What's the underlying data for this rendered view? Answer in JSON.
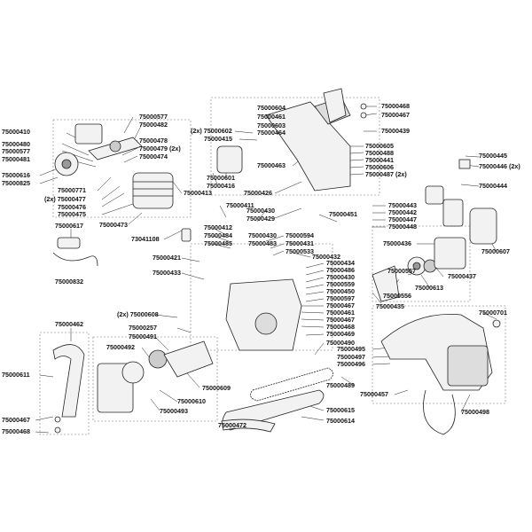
{
  "diagram": {
    "labels": [
      {
        "id": "l1",
        "text": "75000577"
      },
      {
        "id": "l2",
        "text": "75000482"
      },
      {
        "id": "l3",
        "text": "(2x) 75000602"
      },
      {
        "id": "l4",
        "text": "75000415"
      },
      {
        "id": "l5",
        "text": "75000410"
      },
      {
        "id": "l6",
        "text": "75000480"
      },
      {
        "id": "l7",
        "text": "75000577"
      },
      {
        "id": "l8",
        "text": "75000481"
      },
      {
        "id": "l9",
        "text": "75000478"
      },
      {
        "id": "l10",
        "text": "75000479 (2x)"
      },
      {
        "id": "l11",
        "text": "75000474"
      },
      {
        "id": "l12",
        "text": "75000616"
      },
      {
        "id": "l13",
        "text": "75000825"
      },
      {
        "id": "l14",
        "text": "75000771"
      },
      {
        "id": "l15",
        "text": "(2x) 75000477"
      },
      {
        "id": "l16",
        "text": "75000476"
      },
      {
        "id": "l17",
        "text": "75000475"
      },
      {
        "id": "l18",
        "text": "75000473"
      },
      {
        "id": "l19",
        "text": "75000413"
      },
      {
        "id": "l20",
        "text": "75000601"
      },
      {
        "id": "l21",
        "text": "75000416"
      },
      {
        "id": "l22",
        "text": "75000604"
      },
      {
        "id": "l23",
        "text": "75000461"
      },
      {
        "id": "l24",
        "text": "75000603"
      },
      {
        "id": "l25",
        "text": "75000464"
      },
      {
        "id": "l26",
        "text": "75000463"
      },
      {
        "id": "l27",
        "text": "75000426"
      },
      {
        "id": "l28",
        "text": "75000468"
      },
      {
        "id": "l29",
        "text": "75000467"
      },
      {
        "id": "l30",
        "text": "75000439"
      },
      {
        "id": "l31",
        "text": "75000605"
      },
      {
        "id": "l32",
        "text": "75000488"
      },
      {
        "id": "l33",
        "text": "75000441"
      },
      {
        "id": "l34",
        "text": "75000606"
      },
      {
        "id": "l35",
        "text": "75000487 (2x)"
      },
      {
        "id": "l36",
        "text": "75000445"
      },
      {
        "id": "l37",
        "text": "75000446 (2x)"
      },
      {
        "id": "l38",
        "text": "75000444"
      },
      {
        "id": "l39",
        "text": "75000411"
      },
      {
        "id": "l40",
        "text": "75000430"
      },
      {
        "id": "l41",
        "text": "75000429"
      },
      {
        "id": "l42",
        "text": "75000451"
      },
      {
        "id": "l43",
        "text": "75000443"
      },
      {
        "id": "l44",
        "text": "75000442"
      },
      {
        "id": "l45",
        "text": "75000447"
      },
      {
        "id": "l46",
        "text": "75000448"
      },
      {
        "id": "l47",
        "text": "75000617"
      },
      {
        "id": "l48",
        "text": "73041108"
      },
      {
        "id": "l49",
        "text": "75000412"
      },
      {
        "id": "l50",
        "text": "75000484"
      },
      {
        "id": "l51",
        "text": "75000485"
      },
      {
        "id": "l52",
        "text": "75000430"
      },
      {
        "id": "l53",
        "text": "75000483"
      },
      {
        "id": "l54",
        "text": "75000594"
      },
      {
        "id": "l55",
        "text": "75000431"
      },
      {
        "id": "l56",
        "text": "75000533"
      },
      {
        "id": "l57",
        "text": "75000432"
      },
      {
        "id": "l58",
        "text": "75000436"
      },
      {
        "id": "l59",
        "text": "75000607"
      },
      {
        "id": "l60",
        "text": "75000421"
      },
      {
        "id": "l61",
        "text": "75000434"
      },
      {
        "id": "l62",
        "text": "75000486"
      },
      {
        "id": "l63",
        "text": "75000430"
      },
      {
        "id": "l64",
        "text": "75000559"
      },
      {
        "id": "l65",
        "text": "75000450"
      },
      {
        "id": "l66",
        "text": "75000597"
      },
      {
        "id": "l67",
        "text": "75000557"
      },
      {
        "id": "l68",
        "text": "75000437"
      },
      {
        "id": "l69",
        "text": "75000613"
      },
      {
        "id": "l70",
        "text": "75000556"
      },
      {
        "id": "l71",
        "text": "75000433"
      },
      {
        "id": "l72",
        "text": "75000832"
      },
      {
        "id": "l73",
        "text": "75000467"
      },
      {
        "id": "l74",
        "text": "75000461"
      },
      {
        "id": "l75",
        "text": "75000467"
      },
      {
        "id": "l76",
        "text": "75000468"
      },
      {
        "id": "l77",
        "text": "75000435"
      },
      {
        "id": "l78",
        "text": "75000462"
      },
      {
        "id": "l79",
        "text": "(2x) 75000608"
      },
      {
        "id": "l80",
        "text": "75000257"
      },
      {
        "id": "l81",
        "text": "75000469"
      },
      {
        "id": "l82",
        "text": "75000490"
      },
      {
        "id": "l83",
        "text": "75000701"
      },
      {
        "id": "l84",
        "text": "75000492"
      },
      {
        "id": "l85",
        "text": "75000491"
      },
      {
        "id": "l86",
        "text": "75000495"
      },
      {
        "id": "l87",
        "text": "75000497"
      },
      {
        "id": "l88",
        "text": "75000496"
      },
      {
        "id": "l89",
        "text": "75000611"
      },
      {
        "id": "l90",
        "text": "75000609"
      },
      {
        "id": "l91",
        "text": "75000489"
      },
      {
        "id": "l92",
        "text": "75000457"
      },
      {
        "id": "l93",
        "text": "75000610"
      },
      {
        "id": "l94",
        "text": "75000493"
      },
      {
        "id": "l95",
        "text": "75000498"
      },
      {
        "id": "l96",
        "text": "75000615"
      },
      {
        "id": "l97",
        "text": "75000614"
      },
      {
        "id": "l98",
        "text": "75000472"
      },
      {
        "id": "l99",
        "text": "75000467"
      },
      {
        "id": "l100",
        "text": "75000468"
      }
    ]
  }
}
